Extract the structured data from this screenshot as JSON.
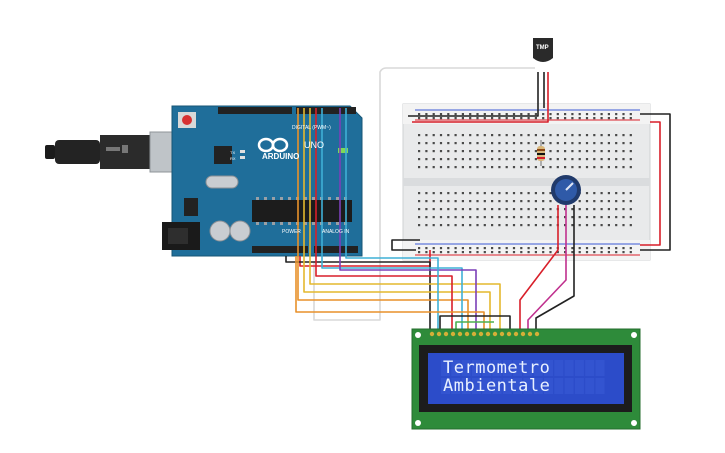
{
  "arduino": {
    "brand": "ARDUINO",
    "model": "UNO",
    "digital_header": "DIGITAL (PWM~)",
    "power_header": "POWER",
    "analog_header": "ANALOG IN",
    "led_labels": [
      "TX",
      "RX"
    ]
  },
  "sensor": {
    "label": "TMP"
  },
  "lcd": {
    "line1": "Termometro",
    "line2": "Ambientale"
  },
  "colors": {
    "arduino_board": "#1f6e9a",
    "lcd_pcb": "#2e8b3a",
    "lcd_screen": "#2c4cc9",
    "wire_red": "#d81f2a",
    "wire_black": "#222222",
    "wire_orange": "#e8912a",
    "wire_yellow": "#e4b82e",
    "wire_cyan": "#3fb0d6",
    "wire_purple": "#7b3fb8",
    "wire_magenta": "#c0308e",
    "wire_white": "#d9d9d9",
    "wire_green": "#4caf50"
  }
}
